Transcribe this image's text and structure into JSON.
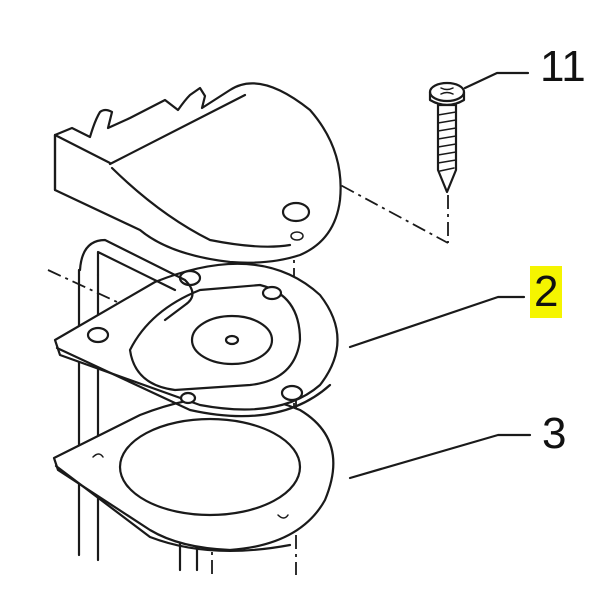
{
  "diagram": {
    "type": "exploded-parts-view",
    "background": "#ffffff",
    "line_color": "#1a1a1a",
    "highlight_color": "#f5f500",
    "parts": [
      {
        "id": "cover",
        "description": "rounded top cover with slotted rear tabs and screw hole"
      },
      {
        "id": "screw",
        "description": "Phillips head self-tapping screw"
      },
      {
        "id": "mount-plate",
        "description": "teardrop mounting plate with circular disc and bolts"
      },
      {
        "id": "gasket",
        "description": "teardrop flange gasket with ring"
      },
      {
        "id": "post",
        "description": "vertical tube / post through assembly"
      }
    ],
    "callouts": [
      {
        "label": "11",
        "target": "screw",
        "highlighted": false
      },
      {
        "label": "2",
        "target": "mount-plate",
        "highlighted": true
      },
      {
        "label": "3",
        "target": "gasket",
        "highlighted": false
      }
    ]
  }
}
